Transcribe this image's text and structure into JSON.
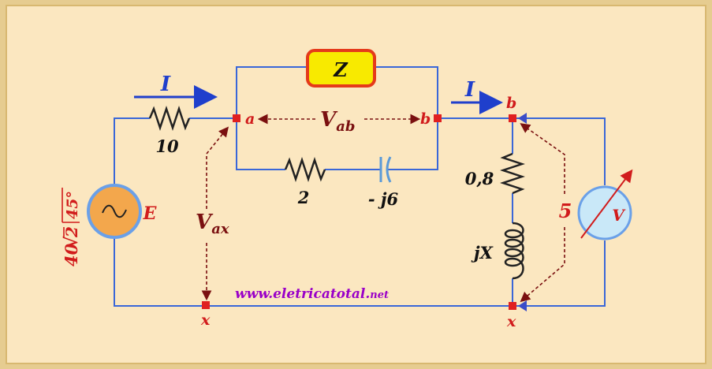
{
  "labels": {
    "current_left": "I",
    "current_right": "I",
    "impedance_box": "Z",
    "node_a": "a",
    "node_b_left": "b",
    "node_b_right": "b",
    "node_x_left": "x",
    "node_x_right": "x",
    "vab_main": "V",
    "vab_sub": "ab",
    "vax_main": "V",
    "vax_sub": "ax",
    "r_series": "10",
    "r_branch": "2",
    "c_branch": "- j6",
    "r_load": "0,8",
    "l_load": "jX",
    "source_name": "E",
    "source_mag": "40",
    "source_sqrt": "2",
    "source_angle": "45°",
    "meter_label": "V",
    "meter_reading": "5",
    "website_main": "www.eletricatotal.",
    "website_tld": "net"
  },
  "colors": {
    "background": "#fbe7c0",
    "border": "#e6cc90",
    "wire": "#3a67d8",
    "current_arrow": "#1f3fcc",
    "dashed": "#7a1010",
    "node": "#e02020",
    "z_fill": "#f8ea00",
    "z_stroke": "#e53a1a",
    "source_fill": "#f3a74c",
    "source_ring": "#6aa0e8",
    "meter_fill": "#c9e8f8",
    "website": "#9a00c8",
    "text_dark": "#1a1a1a",
    "text_red": "#d11c1c"
  }
}
